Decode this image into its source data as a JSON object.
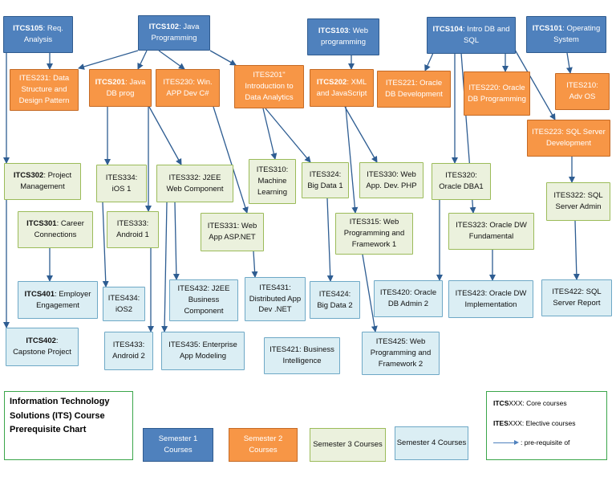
{
  "courses": {
    "itcs105": {
      "code": "ITCS105",
      "title": ": Req. Analysis"
    },
    "itcs102": {
      "code": "ITCS102",
      "title": ": Java Programming"
    },
    "itcs103": {
      "code": "ITCS103",
      "title": ": Web programming"
    },
    "itcs104": {
      "code": "ITCS104",
      "title": ": Intro DB and SQL"
    },
    "itcs101": {
      "code": "ITCS101",
      "title": ": Operating System"
    },
    "ites231": {
      "code": "",
      "title": "ITES231: Data Structure and Design Pattern"
    },
    "itcs201": {
      "code": "ITCS201",
      "title": ": Java DB prog"
    },
    "ites230": {
      "code": "",
      "title": "ITES230: Win. APP Dev C#"
    },
    "ites201s": {
      "code": "",
      "title": "ITES201\" Introduction to Data Analytics"
    },
    "itcs202": {
      "code": "ITCS202",
      "title": ": XML and JavaScript"
    },
    "ites221": {
      "code": "",
      "title": "ITES221: Oracle DB Development"
    },
    "ites220": {
      "code": "",
      "title": "ITES220: Oracle DB Programming"
    },
    "ites210": {
      "code": "",
      "title": "ITES210: Adv OS"
    },
    "ites223": {
      "code": "",
      "title": "ITES223: SQL Server Development"
    },
    "itcs302": {
      "code": "ITCS302",
      "title": ": Project Management"
    },
    "ites334": {
      "code": "",
      "title": "ITES334: iOS 1"
    },
    "ites332": {
      "code": "",
      "title": "ITES332: J2EE Web Component"
    },
    "ites310": {
      "code": "",
      "title": "ITES310: Machine Learning"
    },
    "ites324": {
      "code": "",
      "title": "ITES324: Big Data 1"
    },
    "ites330": {
      "code": "",
      "title": "ITES330: Web App. Dev. PHP"
    },
    "ites320": {
      "code": "",
      "title": "ITES320: Oracle DBA1"
    },
    "ites322": {
      "code": "",
      "title": "ITES322: SQL Server Admin"
    },
    "itcs301": {
      "code": "ITCS301",
      "title": ": Career Connections"
    },
    "ites333": {
      "code": "",
      "title": "ITES333: Android 1"
    },
    "ites331": {
      "code": "",
      "title": "ITES331: Web App ASP.NET"
    },
    "ites315": {
      "code": "",
      "title": "ITES315: Web Programming and Framework 1"
    },
    "ites323": {
      "code": "",
      "title": "ITES323: Oracle DW Fundamental"
    },
    "itcs401": {
      "code": "ITCS401",
      "title": ": Employer Engagement"
    },
    "ites434": {
      "code": "",
      "title": "ITES434: iOS2"
    },
    "ites432": {
      "code": "",
      "title": "ITES432: J2EE Business Component"
    },
    "ites431": {
      "code": "",
      "title": "ITES431: Distributed App Dev .NET"
    },
    "ites424": {
      "code": "",
      "title": "ITES424: Big Data 2"
    },
    "ites420": {
      "code": "",
      "title": "ITES420: Oracle DB Admin 2"
    },
    "ites423": {
      "code": "",
      "title": "ITES423: Oracle DW Implementation"
    },
    "ites422": {
      "code": "",
      "title": "ITES422: SQL Server Report"
    },
    "itcs402": {
      "code": "ITCS402",
      "title": ": Capstone Project"
    },
    "ites433": {
      "code": "",
      "title": "ITES433: Android 2"
    },
    "ites435": {
      "code": "",
      "title": "ITES435: Enterprise App Modeling"
    },
    "ites421": {
      "code": "",
      "title": "ITES421: Business Intelligence"
    },
    "ites425": {
      "code": "",
      "title": "ITES425: Web Programming and Framework 2"
    }
  },
  "chart_title": "Information Technology Solutions (ITS) Course Prerequisite Chart",
  "legend": {
    "core_code": "ITCS",
    "core_label": "XXX: Core courses",
    "elective_code": "ITES",
    "elective_label": "XXX: Elective courses",
    "arrow_label": ": pre-requisite of"
  },
  "semesters": {
    "s1": "Semester 1 Courses",
    "s2": "Semester 2 Courses",
    "s3": "Semester 3 Courses",
    "s4": "Semester 4 Courses"
  },
  "colors": {
    "semester1": "#4f81bd",
    "semester2": "#f79646",
    "semester3": "#ebf1dd",
    "semester4": "#dbeef4",
    "arrow": "#2e5d92"
  }
}
